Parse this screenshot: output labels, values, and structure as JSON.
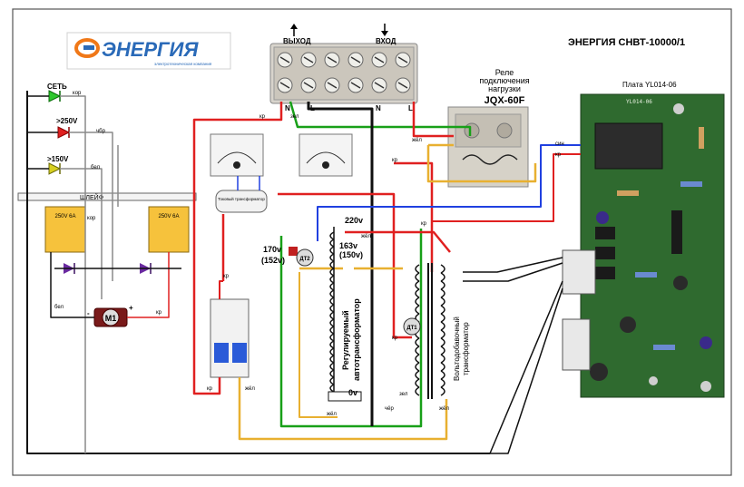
{
  "logo": {
    "text": "ЭНЕРГИЯ",
    "tagline": "электротехническая компания"
  },
  "title": "ЭНЕРГИЯ СНВТ-10000/1",
  "terminal": {
    "out_label": "ВЫХОД",
    "in_label": "ВХОД",
    "n1": "N",
    "l1": "L",
    "n2": "N",
    "l2": "L"
  },
  "relay": {
    "caption_line1": "Реле",
    "caption_line2": "подключения",
    "caption_line3": "нагрузки",
    "model": "JQX-60F"
  },
  "board": {
    "label": "Плата YL014-06",
    "print": "YL014-06"
  },
  "indicators": {
    "net": "СЕТЬ",
    "over": ">250V",
    "under": ">150V"
  },
  "relays_small": {
    "left": "250V 6A",
    "right": "250V 6A"
  },
  "shleif": "ШЛЕЙФ",
  "motor": "M1",
  "autotransformer": {
    "line1": "Регулируемый",
    "line2": "автотрансформатор"
  },
  "boost_transformer": {
    "line1": "Вольтодобавочный",
    "line2": "трансформатор"
  },
  "taps": {
    "v220": "220v",
    "v163": "163v",
    "v150": "(150v)",
    "v170": "170v",
    "v152": "(152v)",
    "v0": "0v"
  },
  "sensors": {
    "dt1": "ДТ1",
    "dt2": "ДТ2"
  },
  "wire_colors": {
    "kr": "кр",
    "zel": "зел",
    "zhel": "жёл",
    "chr": "чёр",
    "sin": "син",
    "bel": "бел",
    "kor": "кор",
    "chbr": "чбр",
    "plus": "+",
    "minus": "-"
  },
  "colors": {
    "red": "#e02020",
    "green": "#18a018",
    "yellow": "#e8b030",
    "blue": "#2040e0",
    "black": "#101010",
    "gray": "#8a8a8a",
    "pcb": "#2f6a2f"
  },
  "current_transformer_label": "Токовый трансформатор"
}
